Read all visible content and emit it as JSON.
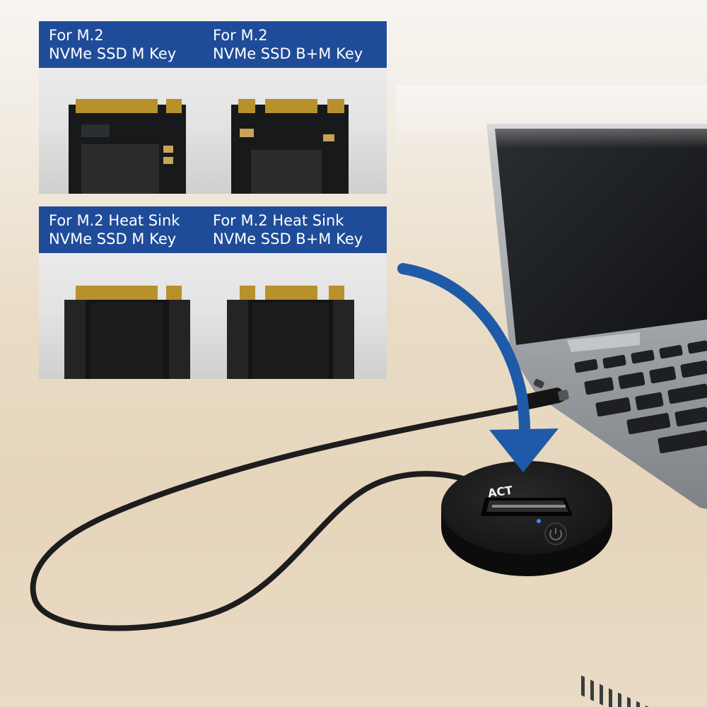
{
  "compatibility": {
    "top": {
      "left": {
        "line1": "For M.2",
        "line2": "NVMe SSD M Key"
      },
      "right": {
        "line1": "For M.2",
        "line2": "NVMe SSD B+M Key"
      }
    },
    "bottom": {
      "left": {
        "line1": "For M.2 Heat Sink",
        "line2": "NVMe SSD M Key"
      },
      "right": {
        "line1": "For M.2 Heat Sink",
        "line2": "NVMe SSD B+M Key"
      }
    }
  },
  "dock": {
    "logo": "ACT"
  },
  "colors": {
    "banner": "#1f4c99",
    "arrow": "#1f5aa8",
    "dock": "#161616",
    "laptop": "#8d9196"
  },
  "icons": {
    "arrow": "curved-arrow-icon",
    "power": "power-icon"
  }
}
